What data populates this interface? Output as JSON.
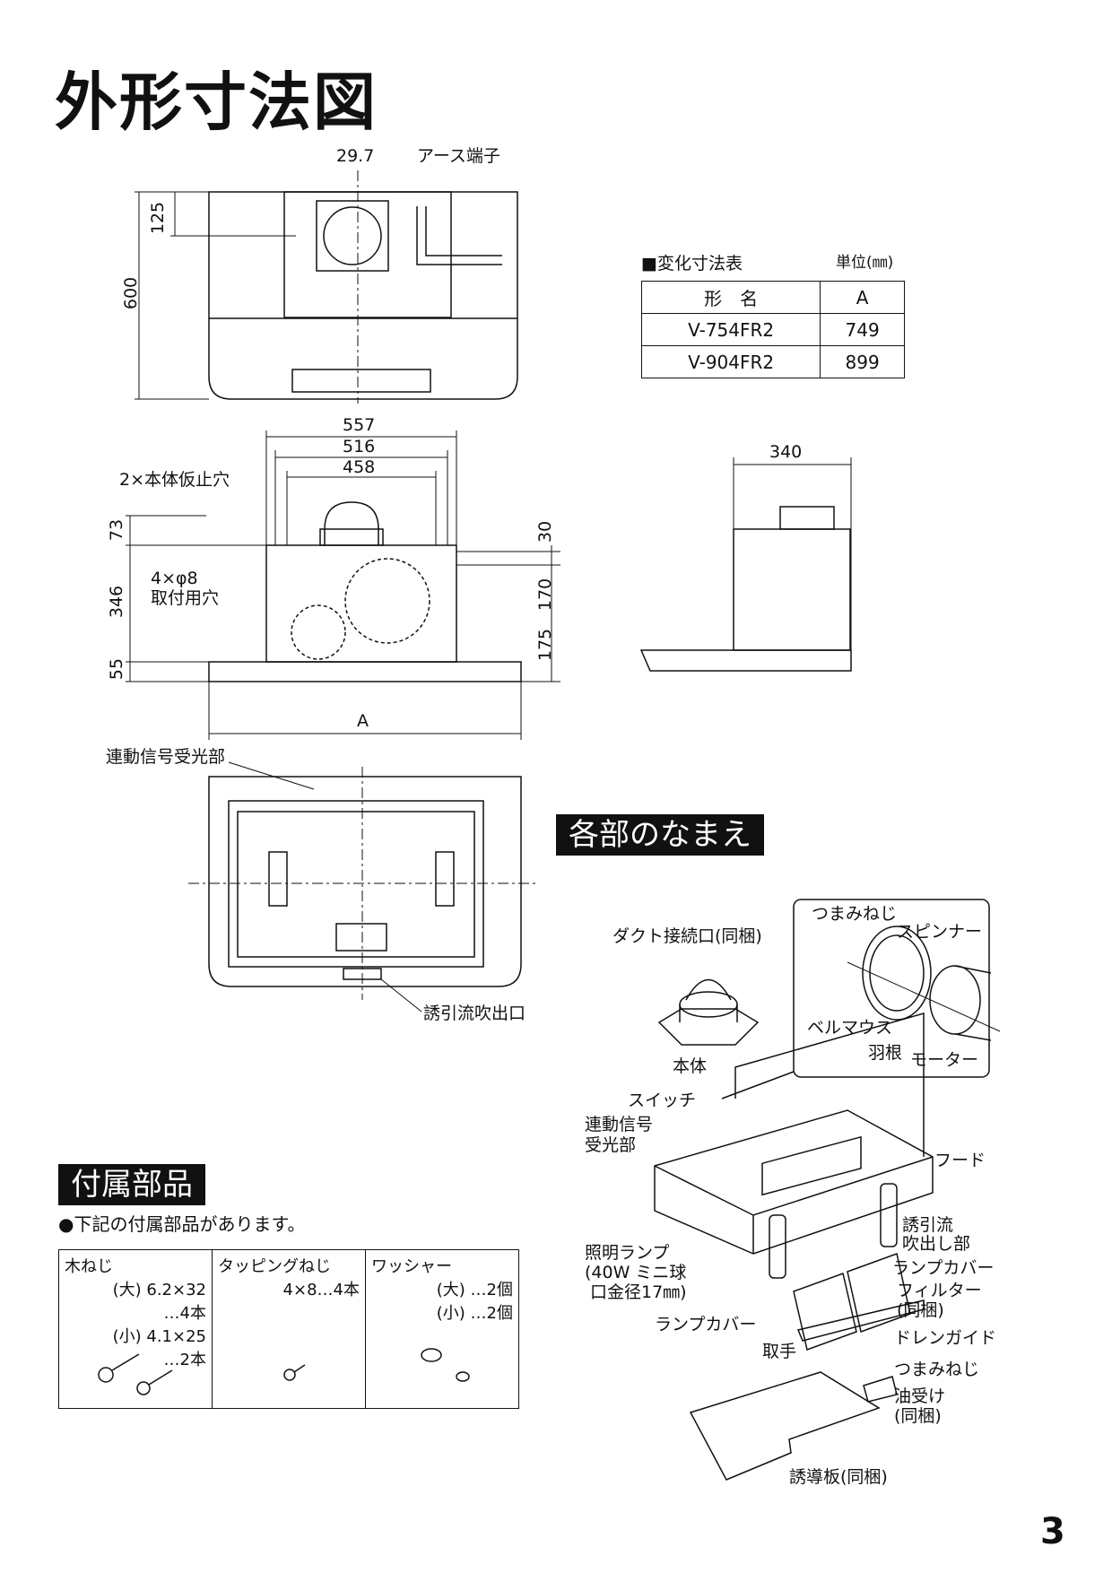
{
  "page_title": "外形寸法図",
  "top_view": {
    "dim_29_7": "29.7",
    "earth_terminal": "アース端子",
    "dim_125": "125",
    "dim_600": "600"
  },
  "size_table": {
    "title": "■変化寸法表",
    "unit": "単位(㎜)",
    "headers": [
      "形　名",
      "A"
    ],
    "rows": [
      [
        "V-754FR2",
        "749"
      ],
      [
        "V-904FR2",
        "899"
      ]
    ]
  },
  "front_view": {
    "dim_557": "557",
    "dim_516": "516",
    "dim_458": "458",
    "temp_hole": "2×本体仮止穴",
    "dim_73": "73",
    "dim_346": "346",
    "dim_55": "55",
    "mount_hole_1": "4×φ8",
    "mount_hole_2": "取付用穴",
    "dim_30": "30",
    "dim_170": "170",
    "dim_175": "175",
    "dim_A": "A"
  },
  "side_view": {
    "dim_340": "340"
  },
  "bottom_view": {
    "signal_receiver": "連動信号受光部",
    "induced_outlet": "誘引流吹出口"
  },
  "parts_section": {
    "heading": "各部のなまえ",
    "duct": "ダクト接続口(同梱)",
    "knob_screw_top": "つまみねじ",
    "spinner": "スピンナー",
    "bellmouth": "ベルマウス",
    "blade": "羽根",
    "motor": "モーター",
    "body": "本体",
    "switch": "スイッチ",
    "receiver_1": "連動信号",
    "receiver_2": "受光部",
    "hood": "フード",
    "outlet_1": "誘引流",
    "outlet_2": "吹出し部",
    "lamp_1": "照明ランプ",
    "lamp_2": "(40W ミニ球",
    "lamp_3": "口金径17㎜)",
    "lamp_cover_right": "ランプカバー",
    "filter_1": "フィルター",
    "filter_2": "(同梱)",
    "lamp_cover_left": "ランプカバー",
    "drain_guide": "ドレンガイド",
    "handle": "取手",
    "knob_screw_bottom": "つまみねじ",
    "oil_cup_1": "油受け",
    "oil_cup_2": "(同梱)",
    "guide_plate": "誘導板(同梱)"
  },
  "accessories": {
    "heading": "付属部品",
    "intro": "●下記の付属部品があります。",
    "wood_screw": {
      "name": "木ねじ",
      "l1": "(大) 6.2×32",
      "l2": "…4本",
      "l3": "(小) 4.1×25",
      "l4": "…2本"
    },
    "tapping_screw": {
      "name": "タッピングねじ",
      "l1": "4×8…4本"
    },
    "washer": {
      "name": "ワッシャー",
      "l1": "(大) …2個",
      "l2": "(小) …2個"
    }
  },
  "page_number": "3"
}
